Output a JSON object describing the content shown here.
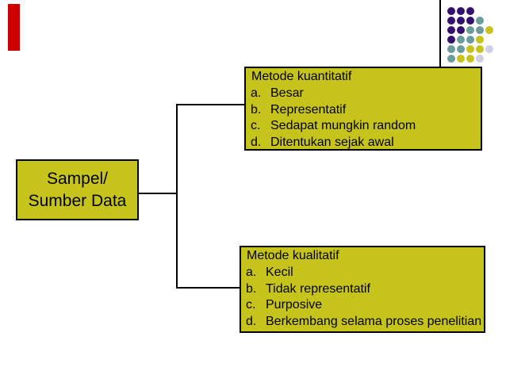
{
  "slide": {
    "kind": "presentation-slide"
  },
  "colors": {
    "background": "#ffffff",
    "box-fill": "#c6c31d",
    "box-border": "#000000",
    "text": "#000000",
    "connector": "#000000",
    "rule": "#000000",
    "accent-red": "#cc0000",
    "dot-purple": "#331070",
    "dot-teal": "#6b9c9c",
    "dot-yellow": "#c6c31d",
    "dot-lavender": "#cfcfe5"
  },
  "decorations": {
    "dot_grid": {
      "pattern": [
        [
          "P",
          "P",
          "P",
          "",
          ""
        ],
        [
          "P",
          "P",
          "P",
          "T",
          ""
        ],
        [
          "P",
          "P",
          "T",
          "T",
          "Y"
        ],
        [
          "P",
          "T",
          "T",
          "Y",
          ""
        ],
        [
          "T",
          "T",
          "Y",
          "Y",
          "L"
        ],
        [
          "T",
          "Y",
          "Y",
          "L",
          ""
        ]
      ],
      "color_map": {
        "P": "dot-purple",
        "T": "dot-teal",
        "Y": "dot-yellow",
        "L": "dot-lavender"
      }
    }
  },
  "diagram": {
    "root_box": {
      "lines": [
        "Sampel/",
        "Sumber Data"
      ]
    },
    "quantitative_box": {
      "title": "Metode kuantitatif",
      "items": [
        {
          "marker": "a.",
          "text": "Besar"
        },
        {
          "marker": "b.",
          "text": "Representatif"
        },
        {
          "marker": "c.",
          "text": "Sedapat mungkin random"
        },
        {
          "marker": "d.",
          "text": "Ditentukan sejak awal"
        }
      ]
    },
    "qualitative_box": {
      "title": "Metode kualitatif",
      "items": [
        {
          "marker": "a.",
          "text": "Kecil"
        },
        {
          "marker": "b.",
          "text": "Tidak representatif"
        },
        {
          "marker": "c.",
          "text": "Purposive"
        },
        {
          "marker": "d.",
          "text": "Berkembang selama proses penelitian"
        }
      ]
    }
  }
}
